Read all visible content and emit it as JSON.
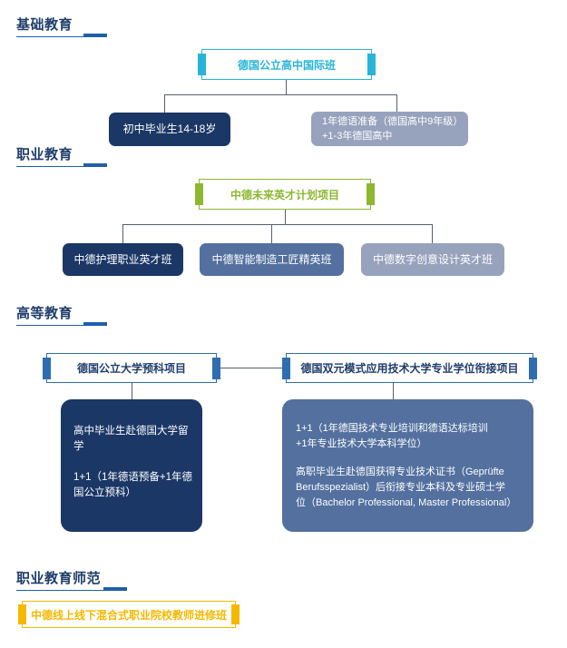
{
  "sections": {
    "basic": {
      "title": "基础教育"
    },
    "vocational": {
      "title": "职业教育"
    },
    "higher": {
      "title": "高等教育"
    },
    "teacher": {
      "title": "职业教育师范"
    }
  },
  "basic_program": {
    "title": "德国公立高中国际班",
    "option_a": "初中毕业生14-18岁",
    "option_b_line1": "1年德语准备（德国高中9年级）",
    "option_b_line2": "+1-3年德国高中"
  },
  "vocational_program": {
    "title": "中德未来英才计划项目",
    "classes": [
      "中德护理职业英才班",
      "中德智能制造工匠精英班",
      "中德数字创意设计英才班"
    ]
  },
  "higher_programs": {
    "prep": {
      "title": "德国公立大学预科项目",
      "para1": "高中毕业生赴德国大学留学",
      "para2_line1": "1+1（1年德语预备+1年德",
      "para2_line2": "国公立预科）"
    },
    "dual": {
      "title": "德国双元模式应用技术大学专业学位衔接项目",
      "para1_line1": "1+1（1年德国技术专业培训和德语达标培训",
      "para1_line2": "+1年专业技术大学本科学位）",
      "para2_line1": "高职毕业生赴德国获得专业技术证书（Geprüfte",
      "para2_line2": "Berufsspezialist）后衔接专业本科及专业硕士学",
      "para2_line3": "位（Bachelor Professional, Master Professional）"
    }
  },
  "teacher_program": {
    "title": "中德线上线下混合式职业院校教师进修班"
  },
  "colors": {
    "title_text": "#1f3d6b",
    "cyan": "#28b4d8",
    "green": "#8cb72f",
    "blue": "#2f6db0",
    "yellow": "#f5b800",
    "navy": "#1b3766",
    "steel": "#53709f",
    "grayblue": "#97a2bd"
  }
}
